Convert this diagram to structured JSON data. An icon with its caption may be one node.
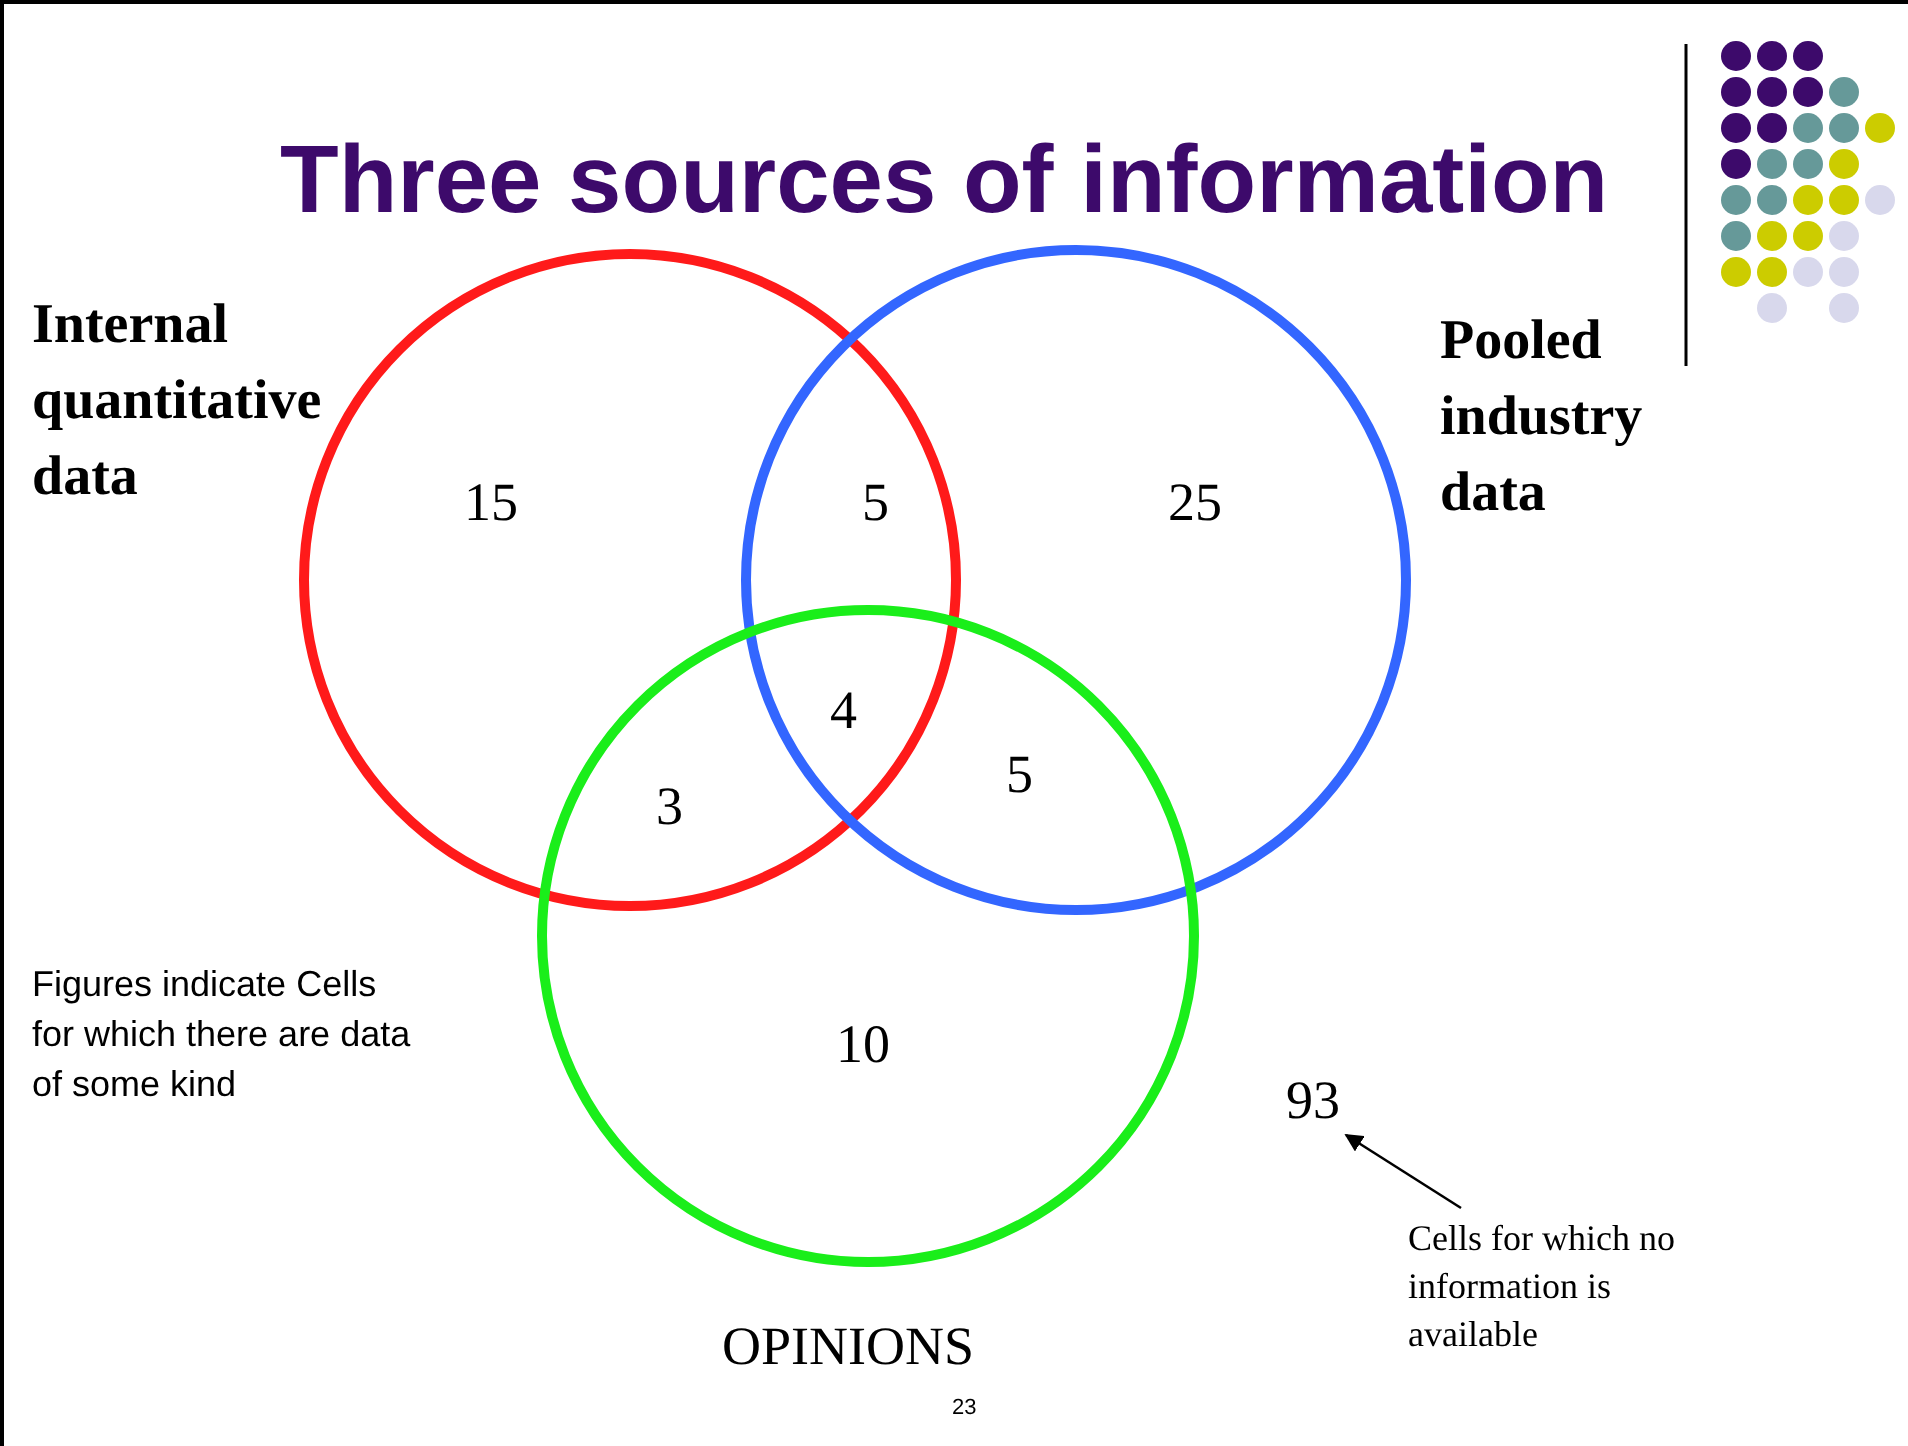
{
  "diagram": {
    "title": "Three sources of information",
    "nodes": [
      {
        "text": [
          "Internal quantitative data"
        ]
      },
      {
        "text": [
          "Pooled industry data"
        ]
      },
      {
        "text": [
          "OPINIONS"
        ]
      },
      {
        "text": [
          "93"
        ]
      },
      {
        "text": [
          "Cells for which no information is available"
        ]
      }
    ],
    "edges": [
      {
        "from": 4,
        "to": 3,
        "arrow": "to"
      }
    ],
    "labels": [
      "15",
      "5",
      "25",
      "4",
      "3",
      "5",
      "10",
      "Figures indicate Cells for which there are data of some kind",
      "23"
    ]
  }
}
